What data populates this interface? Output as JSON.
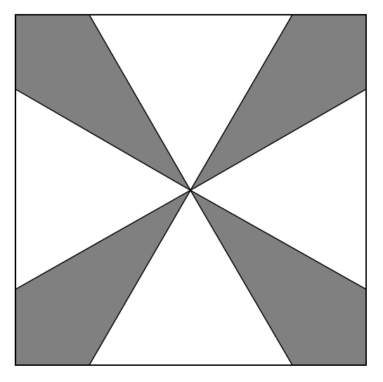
{
  "figure": {
    "shape": "square with four shaded triangular wedges meeting at the center",
    "colors": {
      "background": "#ffffff",
      "shaded_wedge": "#808080",
      "outline": "#000000"
    },
    "wedges": [
      "top-left",
      "top-right",
      "bottom-left",
      "bottom-right"
    ]
  }
}
